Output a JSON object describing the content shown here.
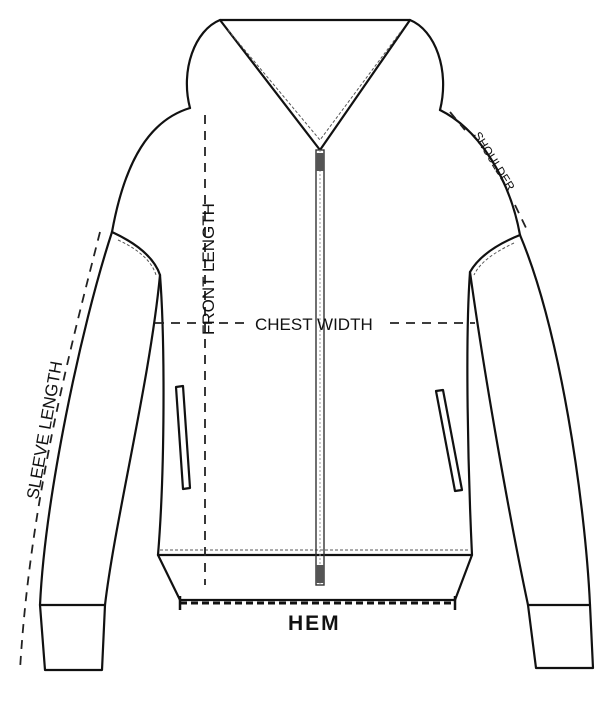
{
  "labels": {
    "front_length": "FRONT LENGTH",
    "chest_width": "CHEST WIDTH",
    "sleeve_length": "SLEEVE LENGTH",
    "shoulder": "SHOULDER",
    "hem": "HEM"
  }
}
